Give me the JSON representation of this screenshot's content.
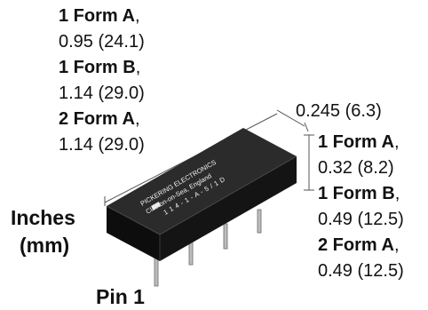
{
  "length_specs": [
    {
      "form": "1 Form A",
      "value": "0.95 (24.1)"
    },
    {
      "form": "1 Form B",
      "value": "1.14 (29.0)"
    },
    {
      "form": "2 Form A",
      "value": "1.14 (29.0)"
    }
  ],
  "width_spec": "0.245 (6.3)",
  "height_specs": [
    {
      "form": "1 Form A",
      "value": "0.32 (8.2)"
    },
    {
      "form": "1 Form B",
      "value": "0.49 (12.5)"
    },
    {
      "form": "2 Form A",
      "value": "0.49 (12.5)"
    }
  ],
  "units_label": {
    "line1": "Inches",
    "line2": "(mm)"
  },
  "pin_label": "Pin 1",
  "relay_marking": {
    "line1": "PICKERING ELECTRONICS",
    "line2": "Clacton-on-Sea, England",
    "line3": "1 1 4 - 1 - A - 5 / 1 D"
  },
  "colors": {
    "relay_body": "#141414",
    "relay_top": "#2b2b2b",
    "dimension_line": "#555555",
    "pins": "#bdbdbd",
    "text": "#111111"
  }
}
